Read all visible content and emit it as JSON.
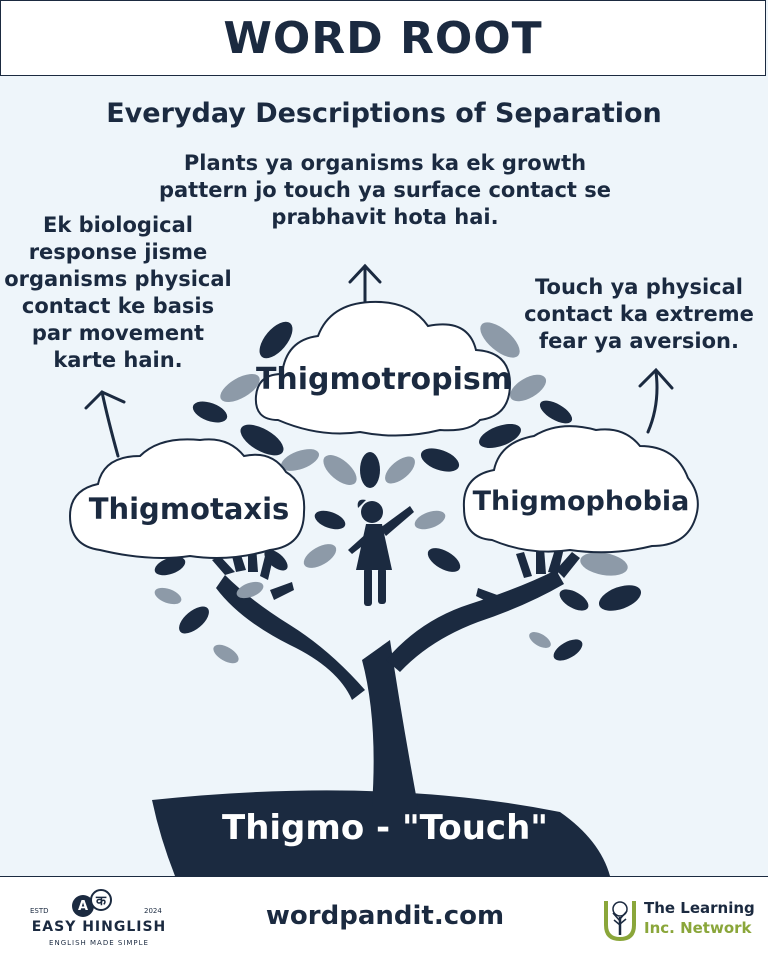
{
  "header": {
    "title": "WORD ROOT"
  },
  "subtitle": "Everyday Descriptions of Separation",
  "terms": {
    "top": {
      "word": "Thigmotropism",
      "description": "Plants ya organisms ka ek growth pattern jo touch ya surface contact se prabhavit hota hai."
    },
    "left": {
      "word": "Thigmotaxis",
      "description": "Ek biological response jisme organisms physical contact ke basis par movement karte hain."
    },
    "right": {
      "word": "Thigmophobia",
      "description": "Touch ya physical contact ka extreme fear ya aversion."
    }
  },
  "root": {
    "label": "Thigmo - \"Touch\""
  },
  "footer": {
    "brand_left": {
      "name": "EASY HINGLISH",
      "tagline": "ENGLISH MADE SIMPLE",
      "estd": "ESTD",
      "year": "2024",
      "glyph_a": "A",
      "glyph_k": "क"
    },
    "website": "wordpandit.com",
    "brand_right": {
      "line1": "The Learning",
      "line2": "Inc. Network"
    }
  },
  "colors": {
    "navy": "#1b2a40",
    "background": "#eef5fa",
    "leaf_light": "#8d9aa8",
    "accent_green": "#8aa63a"
  },
  "icons": [
    "up-arrow-icon",
    "cloud-icon",
    "tree-icon",
    "hands-icon",
    "child-icon",
    "leaf-icon",
    "speech-bubble-icon",
    "tree-logo-icon"
  ]
}
